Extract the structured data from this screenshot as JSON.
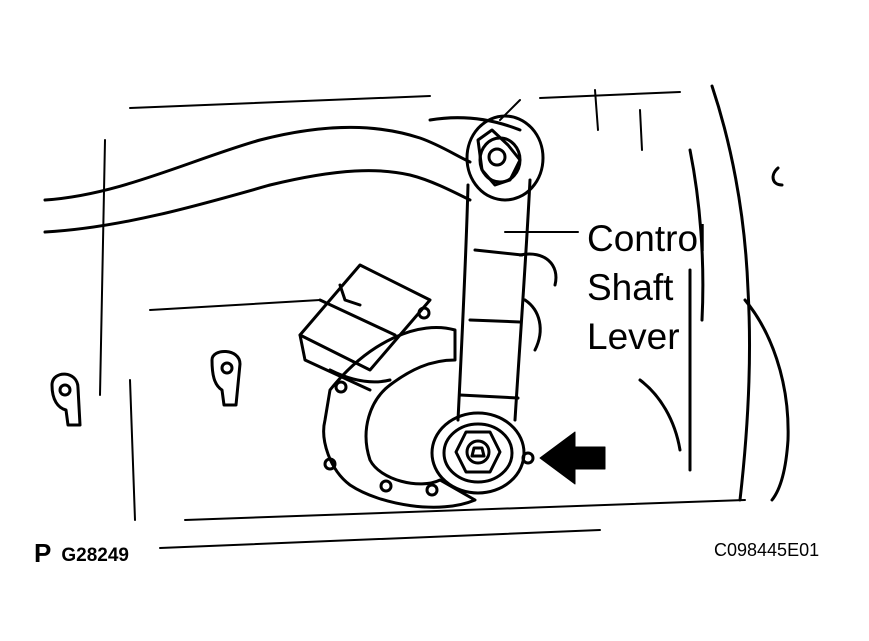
{
  "callout": {
    "lines": [
      "Control",
      "Shaft",
      "Lever"
    ]
  },
  "figure_codes": {
    "view_letter": "P",
    "left_code": "G28249",
    "right_code": "C098445E01"
  },
  "colors": {
    "ink": "#000000",
    "paper": "#ffffff"
  }
}
